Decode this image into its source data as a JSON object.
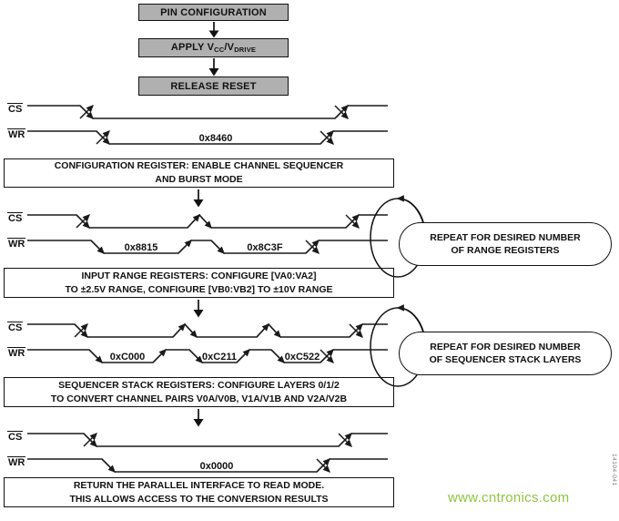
{
  "flow": {
    "pin_configuration": "PIN CONFIGURATION",
    "apply_vcc": {
      "pre": "APPLY V",
      "sub_cc": "CC",
      "slash": "/V",
      "sub_drive": "DRIVE"
    },
    "release_reset": "RELEASE RESET"
  },
  "signals": {
    "cs": "CS",
    "wr": "WR"
  },
  "timing": {
    "config_write": {
      "hex": "0x8460"
    },
    "range_writes": {
      "hex1": "0x8815",
      "hex2": "0x8C3F"
    },
    "sequencer_writes": {
      "hex1": "0xC000",
      "hex2": "0xC211",
      "hex3": "0xC522"
    },
    "read_mode_write": {
      "hex": "0x0000"
    }
  },
  "captions": {
    "config": {
      "line1": "CONFIGURATION REGISTER: ENABLE CHANNEL SEQUENCER",
      "line2": "AND BURST MODE"
    },
    "range": {
      "line1": "INPUT RANGE REGISTERS: CONFIGURE [VA0:VA2]",
      "line2": "TO ±2.5V RANGE, CONFIGURE [VB0:VB2] TO ±10V RANGE"
    },
    "sequencer": {
      "line1": "SEQUENCER STACK REGISTERS: CONFIGURE LAYERS 0/1/2",
      "line2": "TO CONVERT CHANNEL PAIRS V0A/V0B, V1A/V1B AND V2A/V2B"
    },
    "read_mode": {
      "line1": "RETURN THE PARALLEL INTERFACE TO READ MODE.",
      "line2": "THIS ALLOWS ACCESS TO THE CONVERSION RESULTS"
    }
  },
  "repeats": {
    "range": {
      "line1": "REPEAT FOR DESIRED NUMBER",
      "line2": "OF RANGE REGISTERS"
    },
    "sequencer": {
      "line1": "REPEAT FOR DESIRED NUMBER",
      "line2": "OF SEQUENCER STACK LAYERS"
    }
  },
  "watermark": "www.cntronics.com",
  "figure_code": "14104-041",
  "colors": {
    "line": "#1a1a1a",
    "box_fill": "#b0b0b0",
    "watermark": "#8dc63f"
  }
}
